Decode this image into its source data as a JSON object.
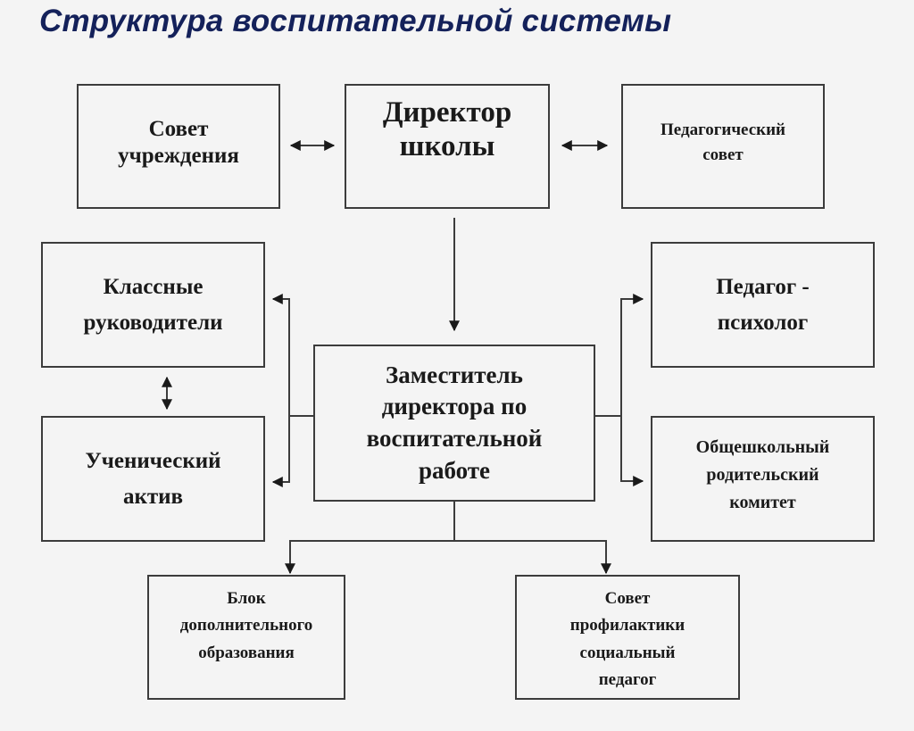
{
  "title": "Структура воспитательной системы",
  "nodes": {
    "council": {
      "label": "Совет\nучреждения"
    },
    "director": {
      "label": "Директор\nшколы"
    },
    "ped_council": {
      "label": "Педагогический\nсовет"
    },
    "class_teachers": {
      "label": "Классные\nруководители"
    },
    "student_activists": {
      "label": "Ученический\nактив"
    },
    "deputy": {
      "label": "Заместитель\nдиректора по\nвоспитательной\nработе"
    },
    "psychologist": {
      "label": "Педагог -\nпсихолог"
    },
    "parent_committee": {
      "label": "Общешкольный\nродительский\nкомитет"
    },
    "extra_education": {
      "label": "Блок\nдополнительного\nобразования"
    },
    "prevention_council": {
      "label": "Совет\nпрофилактики\nсоциальный\nпедагог"
    }
  },
  "colors": {
    "title": "#14215a",
    "line": "#3c3c3c",
    "background": "#f4f4f4"
  }
}
